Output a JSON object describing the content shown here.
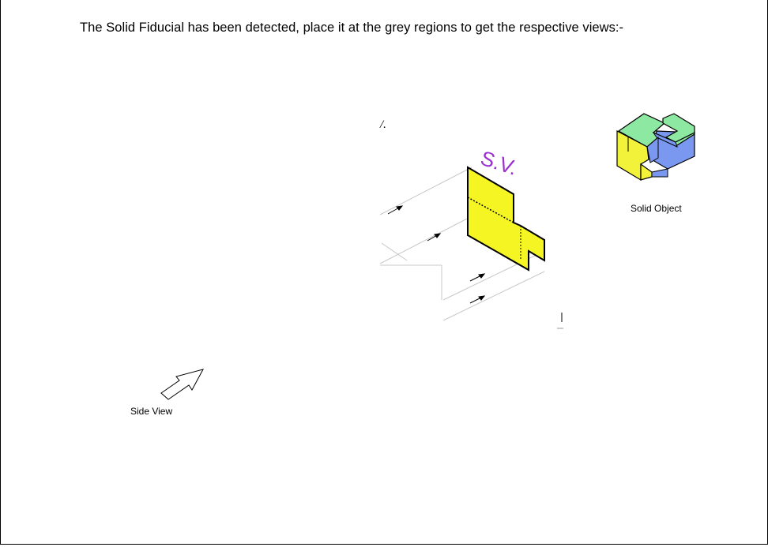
{
  "instruction": {
    "text": "The Solid Fiducial has been detected, place it at the grey regions to get the respective views:-"
  },
  "side_view_figure": {
    "label": "S.V.",
    "label_color": "#9b30d0",
    "face_color": "#f5f524"
  },
  "solid_object": {
    "label": "Solid Object",
    "colors": {
      "top": "#8de8a2",
      "side": "#7a98f0",
      "front": "#f2f23a"
    }
  },
  "side_view_hint": {
    "label": "Side View",
    "icon": "arrow-up-right-icon"
  }
}
